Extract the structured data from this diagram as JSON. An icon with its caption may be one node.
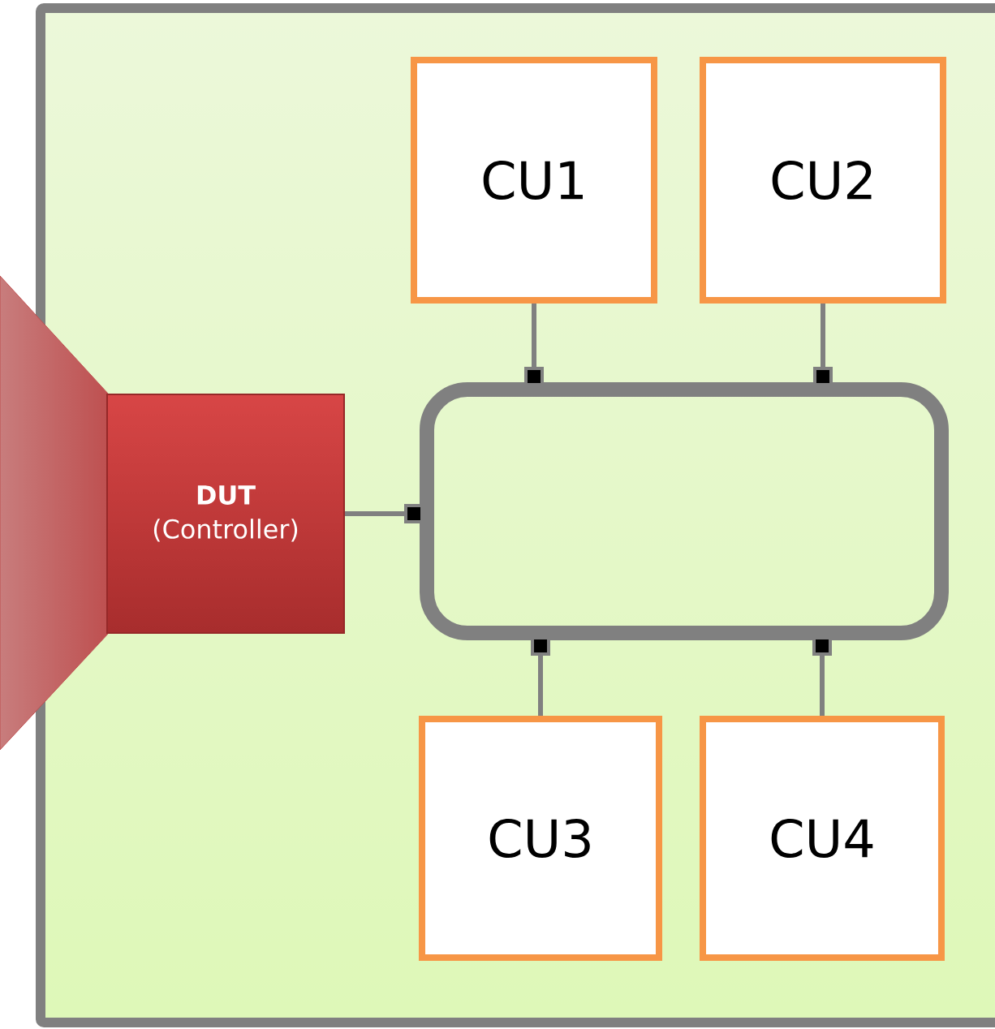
{
  "diagram": {
    "nodes": [
      {
        "text": [],
        "shape": "box"
      },
      {
        "text": [
          "CU1"
        ],
        "in": 0
      },
      {
        "text": [
          "CU2"
        ],
        "in": 0
      },
      {
        "text": [
          "DUT",
          "(Controller)"
        ],
        "in": 0
      },
      {
        "text": [],
        "shape": "box",
        "in": 0
      },
      {
        "text": [
          "CU3"
        ],
        "in": 0
      },
      {
        "text": [
          "CU4"
        ],
        "in": 0
      }
    ],
    "edges": [
      {
        "from": 3,
        "to": 4,
        "arrow": "other"
      },
      {
        "from": 1,
        "to": 4,
        "arrow": "other"
      },
      {
        "from": 2,
        "to": 4,
        "arrow": "other"
      },
      {
        "from": 5,
        "to": 4,
        "arrow": "other"
      },
      {
        "from": 6,
        "to": 4,
        "arrow": "other"
      }
    ]
  }
}
